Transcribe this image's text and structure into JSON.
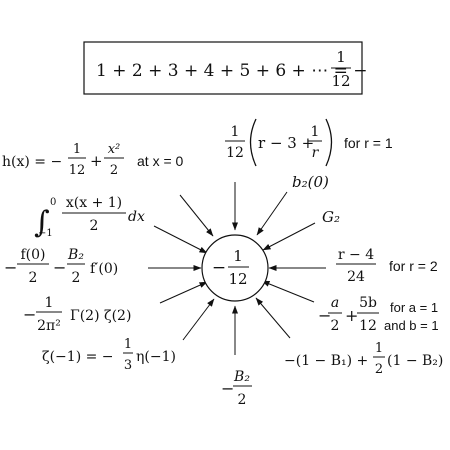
{
  "colors": {
    "ink": "#111111",
    "background": "#ffffff"
  },
  "header": {
    "lhs": "1 + 2 + 3 + 4 + 5 + 6 + ⋯ = −",
    "num": "1",
    "den": "12"
  },
  "center": {
    "sign": "−",
    "num": "1",
    "den": "12"
  },
  "expressions": {
    "top": {
      "a_num": "1",
      "a_den": "12",
      "inner_a": "r − 3 +",
      "b_num": "1",
      "b_den": "r",
      "note": "for r = 1"
    },
    "b2_zero": "b₂(0)",
    "g2": "G₂",
    "r4": {
      "num": "r − 4",
      "den": "24",
      "note": "for r = 2"
    },
    "ab": {
      "minus": "−",
      "a_num": "a",
      "a_den": "2",
      "plus": "+",
      "b_num": "5b",
      "b_den": "12",
      "note1": "for a = 1",
      "note2": "and b = 1"
    },
    "bern": {
      "lhs": "−(1 − B₁) +",
      "num": "1",
      "den": "2",
      "rhs": "(1 − B₂)"
    },
    "b2_half": {
      "minus": "−",
      "num": "B₂",
      "den": "2"
    },
    "zeta_eta": {
      "lhs": "ζ(−1) = −",
      "num": "1",
      "den": "3",
      "rhs": "η(−1)"
    },
    "gamma": {
      "minus": "−",
      "num": "1",
      "den": "2π²",
      "rhs": "Γ(2) ζ(2)"
    },
    "fprime": {
      "minus": "−",
      "f_num": "f(0)",
      "f_den": "2",
      "mid": "−",
      "b_num": "B₂",
      "b_den": "2",
      "rhs": "f′(0)"
    },
    "integral": {
      "sign": "∫",
      "upper": "0",
      "lower": "−1",
      "num": "x(x + 1)",
      "den": "2",
      "dx": "dx"
    },
    "hx": {
      "lhs": "h(x) = −",
      "a_num": "1",
      "a_den": "12",
      "plus": "+",
      "b_num": "x²",
      "b_den": "2",
      "note": "at  x = 0"
    }
  }
}
